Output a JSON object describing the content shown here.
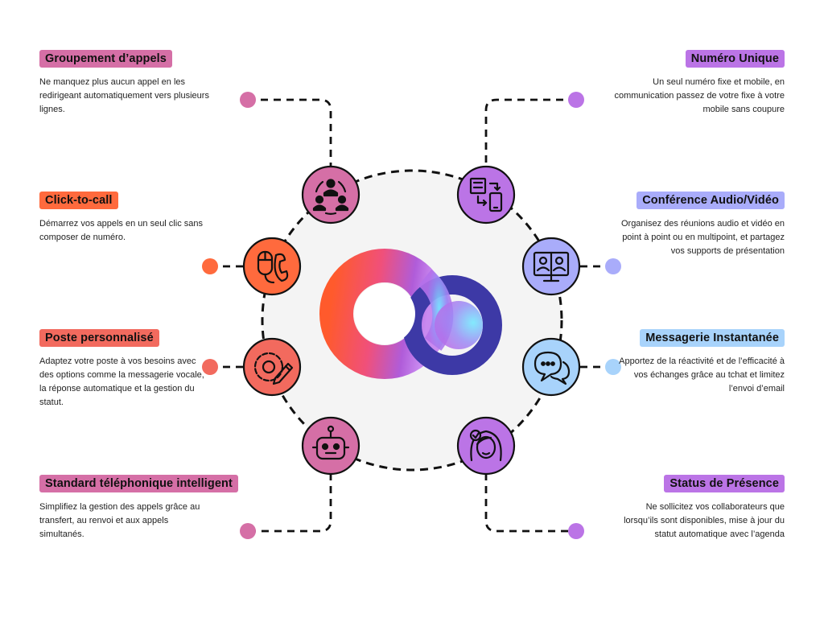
{
  "colors": {
    "pink": "#d56fa6",
    "orange": "#ff6a3d",
    "coral": "#f26a5e",
    "violet": "#bb74e6",
    "periwinkle": "#a9acfa",
    "lightblue": "#a8d3fb",
    "navy": "#3a3aa3",
    "ring": "#f4f4f4"
  },
  "features": [
    {
      "id": "groupement",
      "title": "Groupement d’appels",
      "description": "Ne manquez plus aucun appel en les redirigeant automatiquement vers plusieurs lignes.",
      "color": "#d56fa6",
      "icon": "group-call-icon"
    },
    {
      "id": "click-to-call",
      "title": "Click-to-call",
      "description": "Démarrez vos appels en un seul clic sans composer de numéro.",
      "color": "#ff6a3d",
      "icon": "mouse-phone-icon"
    },
    {
      "id": "poste",
      "title": "Poste personnalisé",
      "description": "Adaptez votre poste à vos besoins avec des options comme la messagerie vocale, la réponse automatique et la gestion du statut.",
      "color": "#f26a5e",
      "icon": "gear-pencil-icon"
    },
    {
      "id": "standard",
      "title": "Standard téléphonique intelligent",
      "description": "Simplifiez la gestion des appels grâce au transfert, au renvoi et aux appels simultanés.",
      "color": "#d56fa6",
      "icon": "robot-icon"
    },
    {
      "id": "numero",
      "title": "Numéro Unique",
      "description": "Un seul numéro fixe et mobile, en communication passez de votre fixe à votre mobile sans coupure",
      "color": "#bb74e6",
      "icon": "phone-transfer-icon"
    },
    {
      "id": "conference",
      "title": "Conférence Audio/Vidéo",
      "description": "Organisez des réunions audio et vidéo en point à point ou en multipoint, et partagez vos supports de présentation",
      "color": "#a9acfa",
      "icon": "video-conference-icon"
    },
    {
      "id": "messagerie",
      "title": "Messagerie Instantanée",
      "description": "Apportez de  la réactivité et de l’efficacité à vos échanges grâce au tchat et limitez l’envoi d’email",
      "color": "#a8d3fb",
      "icon": "chat-bubble-icon"
    },
    {
      "id": "status",
      "title": "Status de Présence",
      "description": "Ne sollicitez vos collaborateurs que lorsqu’ils sont disponibles, mise à jour du statut automatique avec l’agenda",
      "color": "#bb74e6",
      "icon": "person-status-icon"
    }
  ]
}
